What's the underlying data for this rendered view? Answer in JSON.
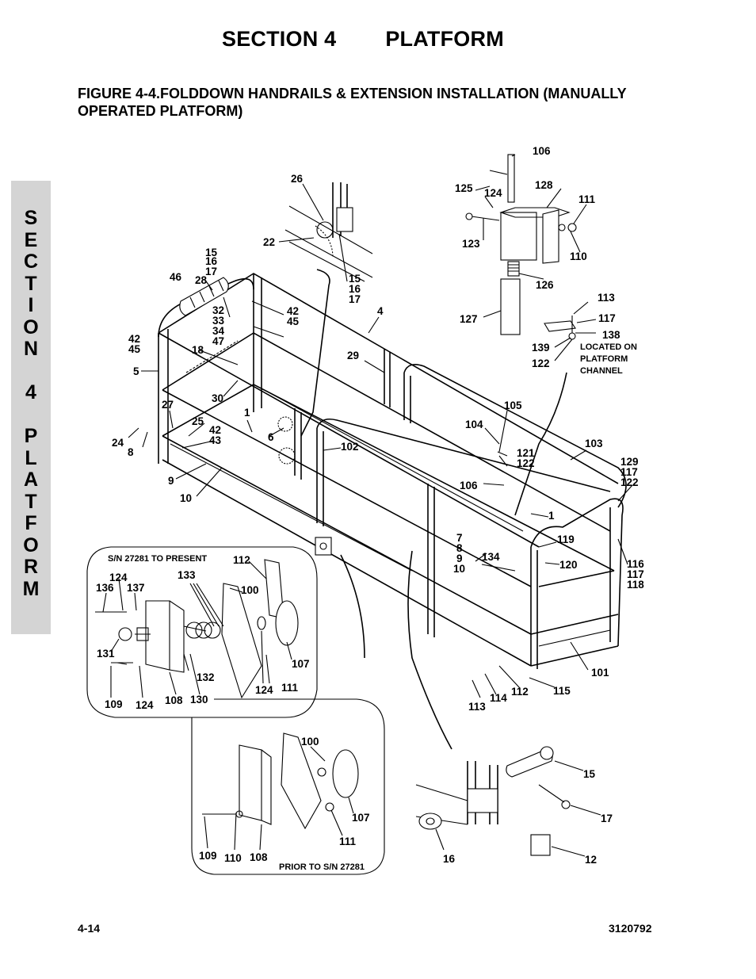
{
  "header": {
    "section": "SECTION 4",
    "title": "PLATFORM"
  },
  "figure_title": "FIGURE 4-4.FOLDDOWN HANDRAILS & EXTENSION INSTALLATION (MANUALLY OPERATED PLATFORM)",
  "side_tab": {
    "letters": [
      "S",
      "E",
      "C",
      "T",
      "I",
      "O",
      "N",
      "",
      "4",
      "",
      "P",
      "L",
      "A",
      "T",
      "F",
      "O",
      "R",
      "M"
    ]
  },
  "notes": {
    "sn_present": "S/N 27281 TO PRESENT",
    "sn_prior": "PRIOR TO S/N 27281",
    "located_1": "LOCATED ON",
    "located_2": "PLATFORM",
    "located_3": "CHANNEL"
  },
  "callouts": {
    "c106a": "106",
    "c125": "125",
    "c124a": "124",
    "c128": "128",
    "c111a": "111",
    "c123": "123",
    "c110a": "110",
    "c126": "126",
    "c127": "127",
    "c113a": "113",
    "c117a": "117",
    "c138": "138",
    "c139": "139",
    "c122a": "122",
    "c26": "26",
    "c22": "22",
    "c15a": "15",
    "c16a": "16",
    "c17a": "17",
    "c15b": "15",
    "c16b": "16",
    "c17b": "17",
    "c46": "46",
    "c28": "28",
    "c32": "32",
    "c33": "33",
    "c34": "34",
    "c47": "47",
    "c42a": "42",
    "c45a": "45",
    "c4": "4",
    "c42b": "42",
    "c45b": "45",
    "c18": "18",
    "c5": "5",
    "c29": "29",
    "c30": "30",
    "c27": "27",
    "c1a": "1",
    "c25": "25",
    "c42c": "42",
    "c43": "43",
    "c24": "24",
    "c8": "8",
    "c6": "6",
    "c102": "102",
    "c9": "9",
    "c10": "10",
    "c105": "105",
    "c104": "104",
    "c103": "103",
    "c121": "121",
    "c122b": "122",
    "c106b": "106",
    "c129": "129",
    "c117b": "117",
    "c122c": "122",
    "c1b": "1",
    "c119": "119",
    "c7": "7",
    "c8b": "8",
    "c9b": "9",
    "c10b": "10",
    "c134": "134",
    "c120": "120",
    "c116": "116",
    "c117c": "117",
    "c118": "118",
    "c101": "101",
    "c113b": "113",
    "c114": "114",
    "c112a": "112",
    "c115": "115",
    "c112b": "112",
    "c124b": "124",
    "c136": "136",
    "c137": "137",
    "c133": "133",
    "c100a": "100",
    "c131": "131",
    "c132": "132",
    "c107a": "107",
    "c111b": "111",
    "c124c": "124",
    "c109a": "109",
    "c124d": "124",
    "c108a": "108",
    "c130": "130",
    "c100b": "100",
    "c107b": "107",
    "c111c": "111",
    "c109b": "109",
    "c110b": "110",
    "c108b": "108",
    "c15c": "15",
    "c17c": "17",
    "c16c": "16",
    "c12": "12"
  },
  "footer": {
    "page": "4-14",
    "doc_number": "3120792"
  }
}
